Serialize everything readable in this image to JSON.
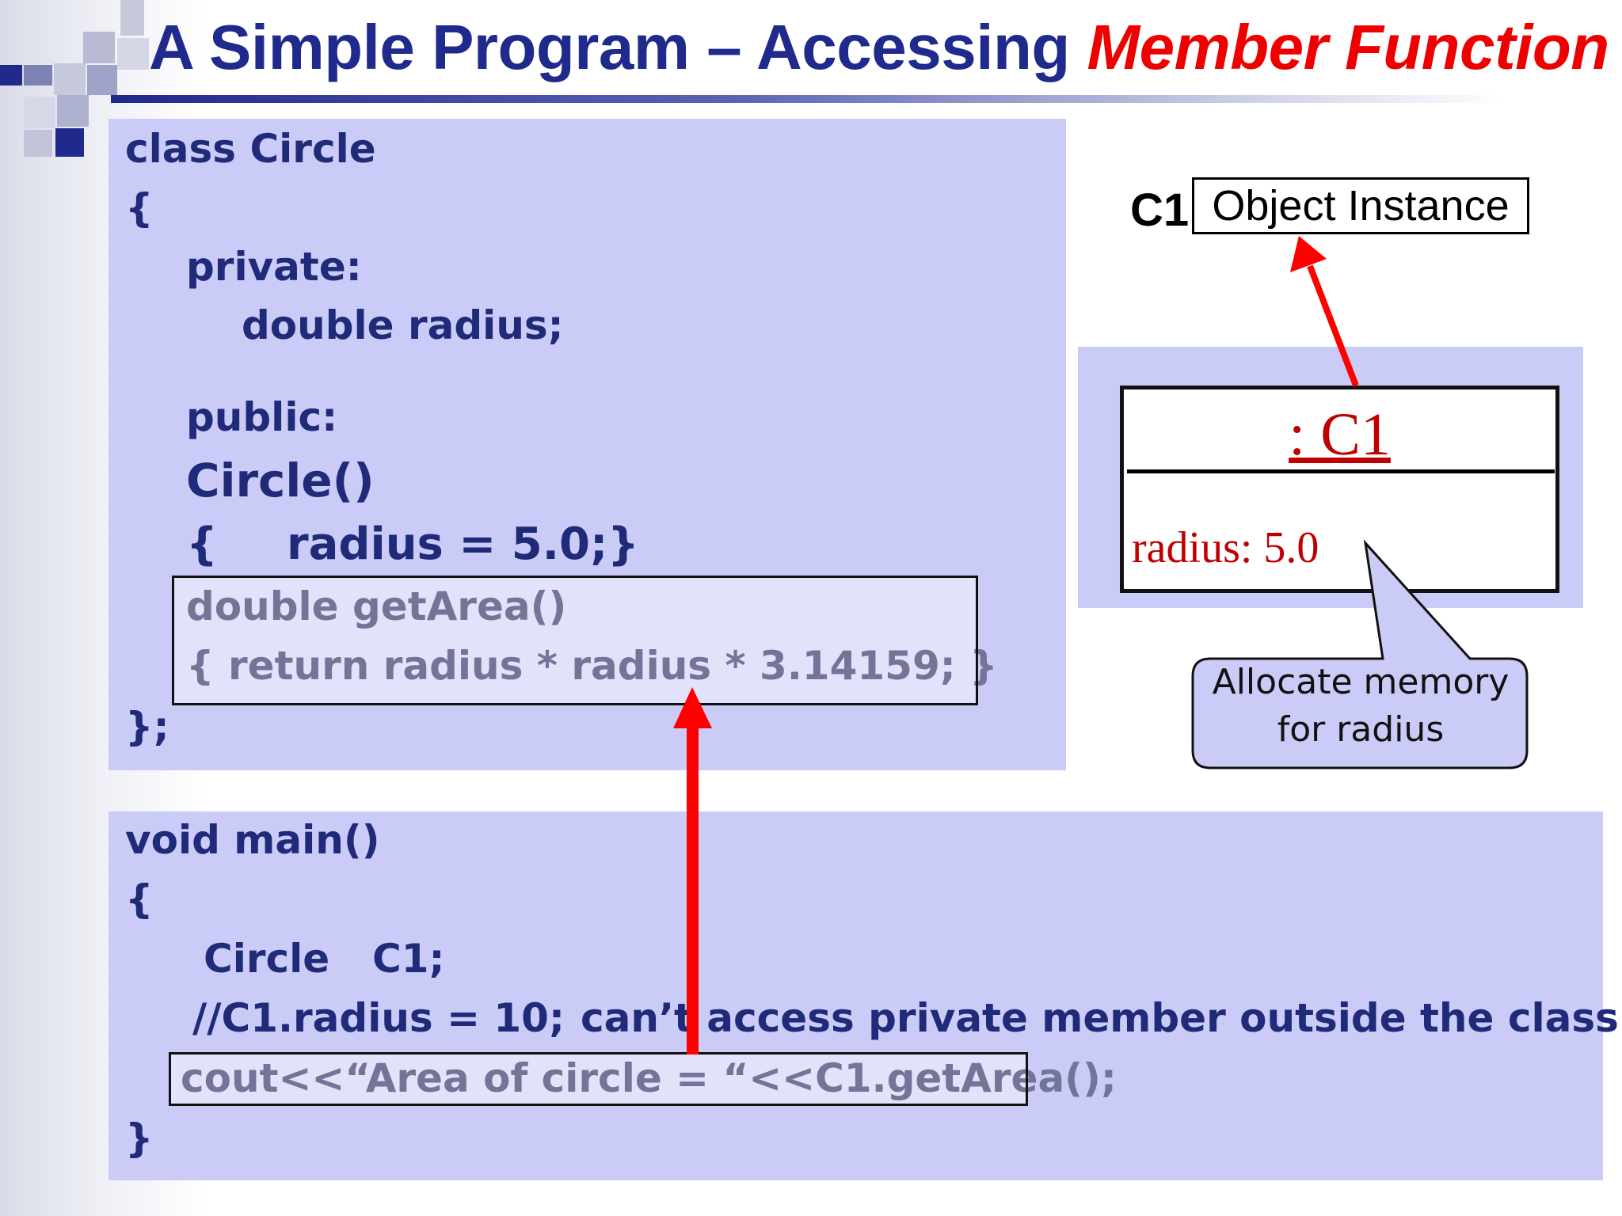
{
  "slide": {
    "title_main": "A Simple Program – Accessing ",
    "title_emphasis": "Member Function"
  },
  "class_code": {
    "line1": "class  Circle",
    "line2": "{",
    "line3": "private:",
    "line4": "double radius;",
    "line5": "public:",
    "line6": "Circle()",
    "line7_open": "{",
    "line7_body": "radius = 5.0;",
    "line7_close": "}",
    "line8": "double   getArea()",
    "line9": "{  return radius *  radius   *  3.14159; }",
    "line10": "};"
  },
  "main_code": {
    "line1": "void main()",
    "line2": "{",
    "line3_type": "Circle",
    "line3_var": "C1;",
    "line4_code": "//C1.radius = 10;",
    "line4_note": "can’t access private member outside the class",
    "line5": "cout<<“Area of circle = “<<C1.getArea();",
    "line6": "}"
  },
  "object_diagram": {
    "instance_name": "C1",
    "instance_label": "Object Instance",
    "uml_title": ": C1",
    "uml_attribute": "radius: 5.0",
    "callout": "Allocate memory for radius",
    "callout_line1": "Allocate memory",
    "callout_line2": "for radius"
  },
  "colors": {
    "title_blue": "#1f2a8c",
    "emphasis_red": "#ee0000",
    "panel_lavender": "#cbcbf7",
    "arrow_red": "#ff0000",
    "uml_red": "#c00000"
  }
}
